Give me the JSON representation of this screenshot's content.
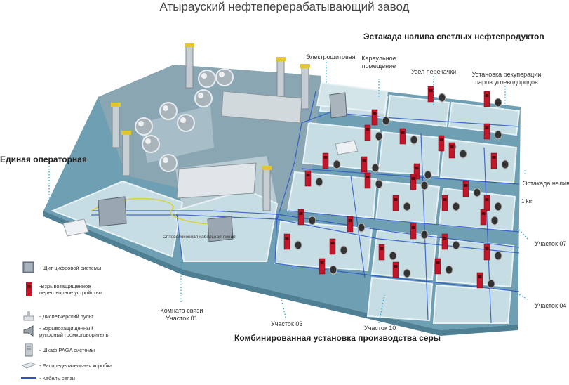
{
  "title": "Атырауский нефтеперерабатывающий завод",
  "labels": {
    "estakada_top": "Эстакада налива светлых нефтепродуктов",
    "operator": "Единая операторная",
    "elektro": "Электрощитовая",
    "karaul": "Караульное помещение",
    "uzel": "Узел перекачки",
    "rekuper": "Установка рекуперации паров углеводородов",
    "estakada_right": "Эстакада налива",
    "km": "1 km",
    "uchastok07": "Участок 07",
    "uchastok04": "Участок 04",
    "uchastok10": "Участок 10",
    "uchastok03": "Участок 03",
    "komnata": "Комната связи Участок 01",
    "fiber": "Оптоволоконная кабельная линия",
    "bottom": "Комбинированная установка производства серы"
  },
  "legend": [
    {
      "icon": "digital-panel-icon",
      "text": "- Щит цифровой системы"
    },
    {
      "icon": "intercom-icon",
      "text": "-Взрывозащищенное переговорное устройство"
    },
    {
      "icon": "dispatcher-console-icon",
      "text": "- Диспетчерский пульт"
    },
    {
      "icon": "loudspeaker-icon",
      "text": "- Взрывозащищенный рупорный громкоговоритель"
    },
    {
      "icon": "paga-cabinet-icon",
      "text": "- Шкаф PAGA системы"
    },
    {
      "icon": "junction-box-icon",
      "text": "- Распределительная коробка"
    },
    {
      "icon": "cable-icon",
      "text": "- Кабель связи"
    }
  ],
  "colors": {
    "floor": "#6f9fb3",
    "pad": "#c7dde4",
    "pad_edge": "#e8f2f5",
    "cable": "#2a55c8",
    "intercom": "#c0182a",
    "leader": "#1aa3d8"
  }
}
